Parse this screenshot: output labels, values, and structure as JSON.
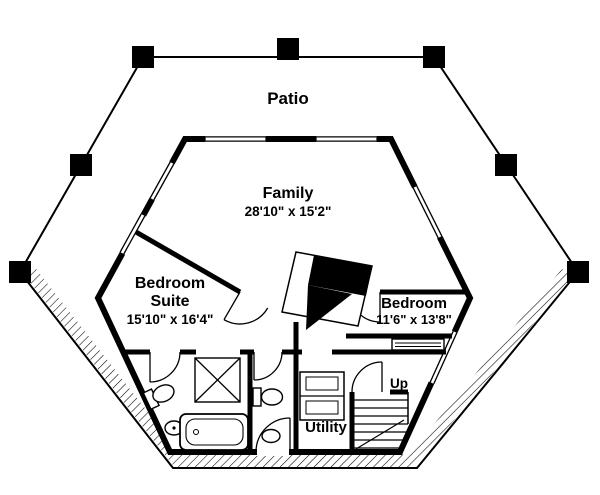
{
  "colors": {
    "ink": "#000000",
    "paper": "#ffffff"
  },
  "rooms": {
    "patio": {
      "label": "Patio"
    },
    "family": {
      "label": "Family",
      "dims": "28'10\" x 15'2\""
    },
    "bedroom_suite": {
      "line1": "Bedroom",
      "line2": "Suite",
      "dims": "15'10\" x 16'4\""
    },
    "bedroom": {
      "label": "Bedroom",
      "dims": "11'6\" x 13'8\""
    },
    "utility": {
      "label": "Utility"
    },
    "stairs": {
      "label": "Up"
    }
  }
}
